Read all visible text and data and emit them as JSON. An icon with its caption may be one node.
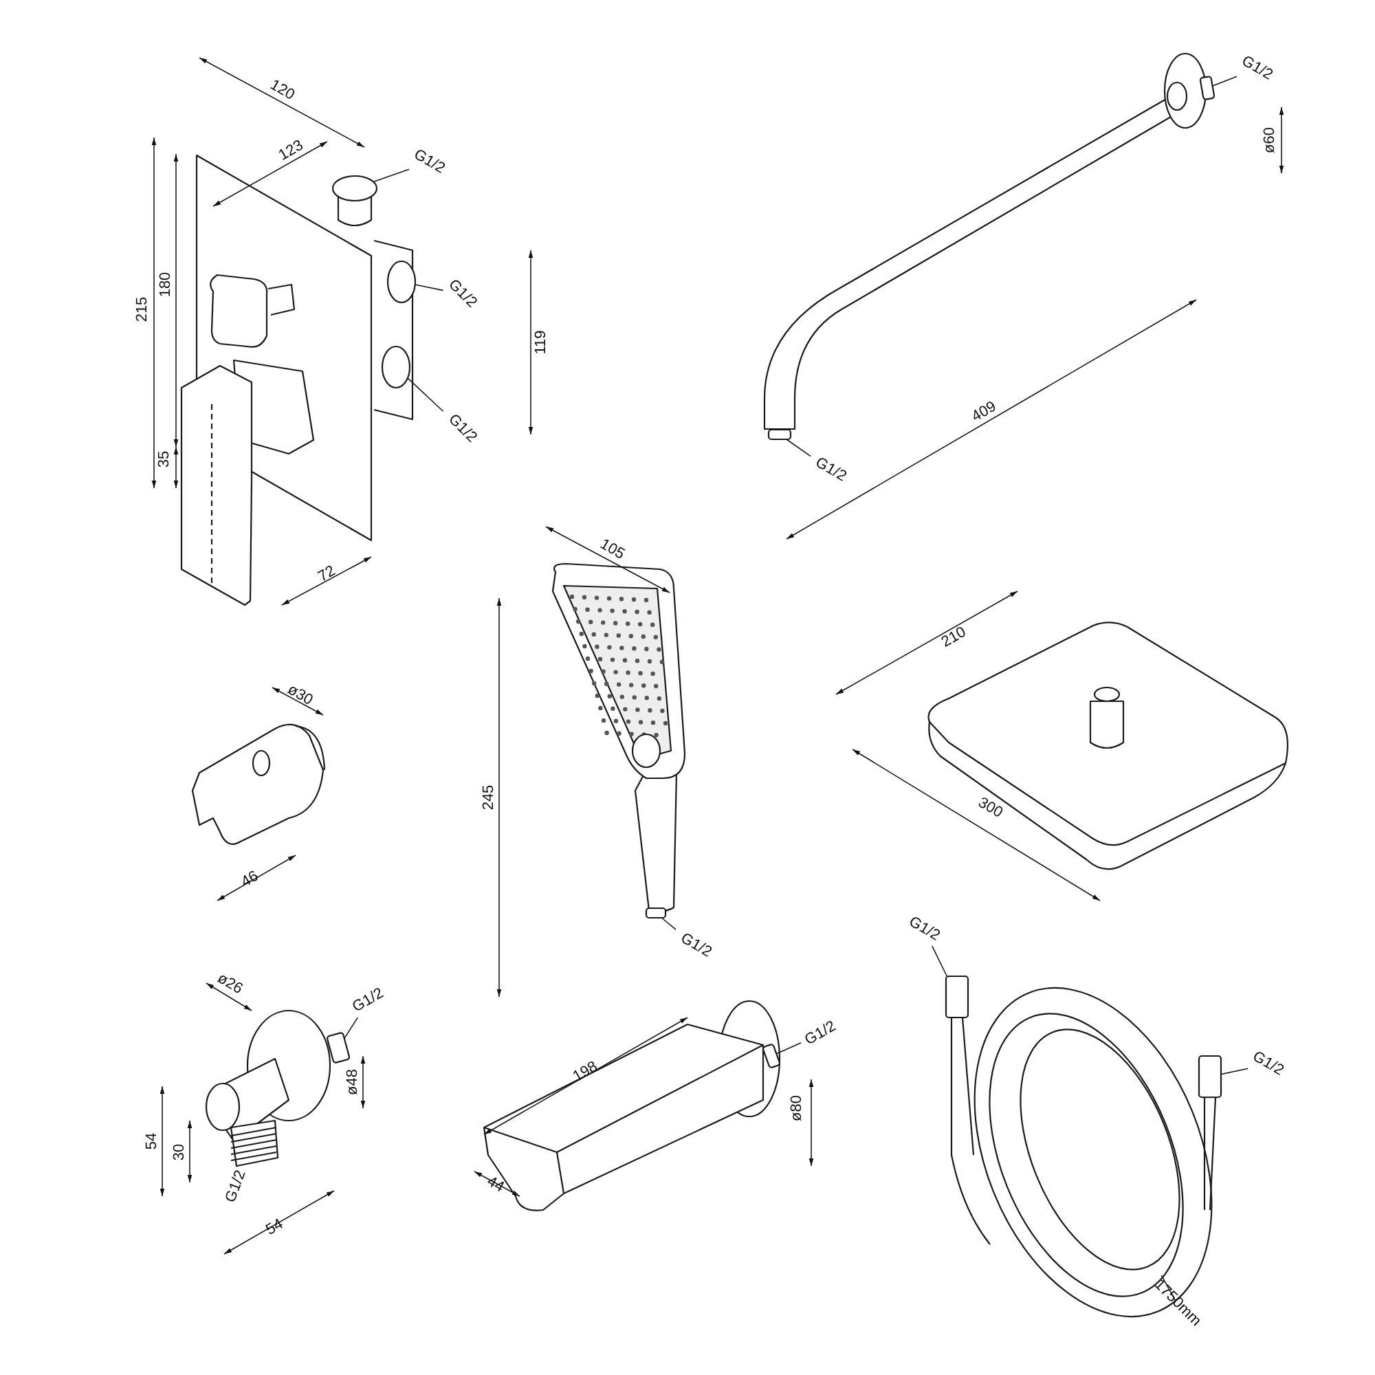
{
  "diagram": {
    "nodes": [
      {
        "text": [
          "G1/2"
        ]
      },
      {
        "text": [
          "G1/2"
        ]
      },
      {
        "text": [
          "G1/2"
        ]
      },
      {
        "text": [
          "G1/2"
        ]
      },
      {
        "text": [
          "G1/2"
        ]
      },
      {
        "text": [
          "G1/2"
        ]
      },
      {
        "text": [
          "G1/2"
        ]
      },
      {
        "text": [
          "G1/2"
        ]
      },
      {
        "text": [
          "G1/2"
        ]
      },
      {
        "text": [
          "G1/2"
        ]
      },
      {
        "text": [
          "1750mm"
        ]
      },
      {
        "text": [],
        "shape": "circle"
      },
      {
        "text": [],
        "shape": "circle"
      },
      {
        "text": [],
        "shape": "circle"
      },
      {
        "text": [],
        "shape": "cylinder"
      },
      {
        "text": [],
        "shape": "cylinder"
      },
      {
        "text": [],
        "shape": "cylinder"
      },
      {
        "text": [],
        "shape": "cylinder"
      },
      {
        "text": [],
        "shape": "cylinder"
      },
      {
        "text": [],
        "shape": "cylinder"
      },
      {
        "text": [],
        "shape": "cylinder"
      },
      {
        "text": [],
        "shape": "circle"
      }
    ],
    "edges": [
      {
        "from": 0,
        "to": 11,
        "arrow": "none"
      },
      {
        "from": 1,
        "to": 12,
        "arrow": "none"
      },
      {
        "from": 2,
        "to": 13,
        "arrow": "none"
      },
      {
        "from": 3,
        "to": 14,
        "arrow": "none"
      },
      {
        "from": 4,
        "to": 15,
        "arrow": "none"
      },
      {
        "from": 5,
        "to": 16,
        "arrow": "none"
      },
      {
        "from": 6,
        "to": 17,
        "arrow": "none"
      },
      {
        "from": 7,
        "to": 18,
        "arrow": "none"
      },
      {
        "from": 8,
        "to": 19,
        "arrow": "none"
      },
      {
        "from": 9,
        "to": 20,
        "arrow": "none"
      },
      {
        "from": 10,
        "to": 21,
        "arrow": "none"
      }
    ],
    "labels": [
      "120",
      "123",
      "215",
      "180",
      "35",
      "119",
      "72",
      "409",
      "ø60",
      "105",
      "245",
      "210",
      "300",
      "ø30",
      "46",
      "ø26",
      "54",
      "30",
      "ø48",
      "G1/2",
      "54",
      "198",
      "ø80",
      "44"
    ]
  }
}
